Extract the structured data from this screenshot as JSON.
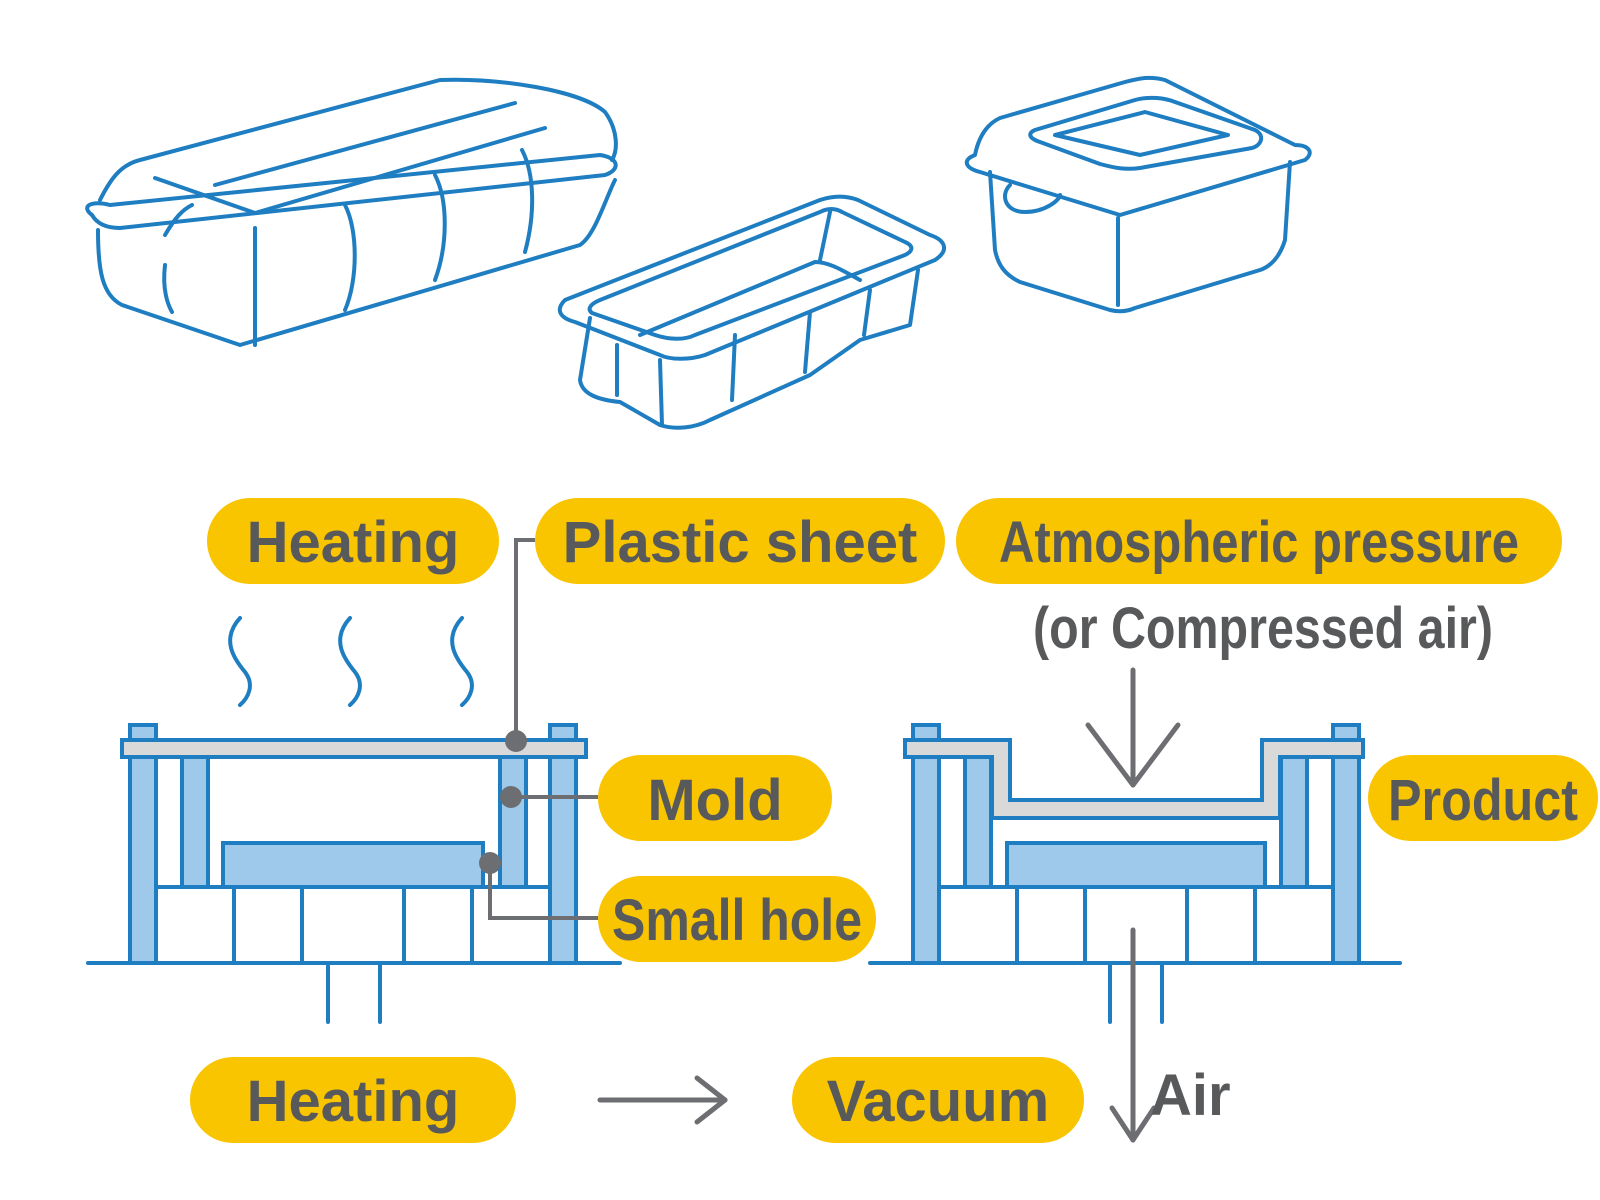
{
  "labels": {
    "heating_top": "Heating",
    "plastic_sheet": "Plastic sheet",
    "atmospheric_pressure": "Atmospheric pressure",
    "compressed_air": "(or Compressed air)",
    "mold": "Mold",
    "small_hole": "Small hole",
    "product": "Product",
    "heating_bottom": "Heating",
    "vacuum": "Vacuum",
    "air": "Air"
  },
  "colors": {
    "line_blue": "#1f7ec1",
    "mold_fill": "#9fc9eb",
    "label_yellow": "#f9c400",
    "text_gray": "#58595b",
    "sheet_gray": "#d9d9d9"
  }
}
